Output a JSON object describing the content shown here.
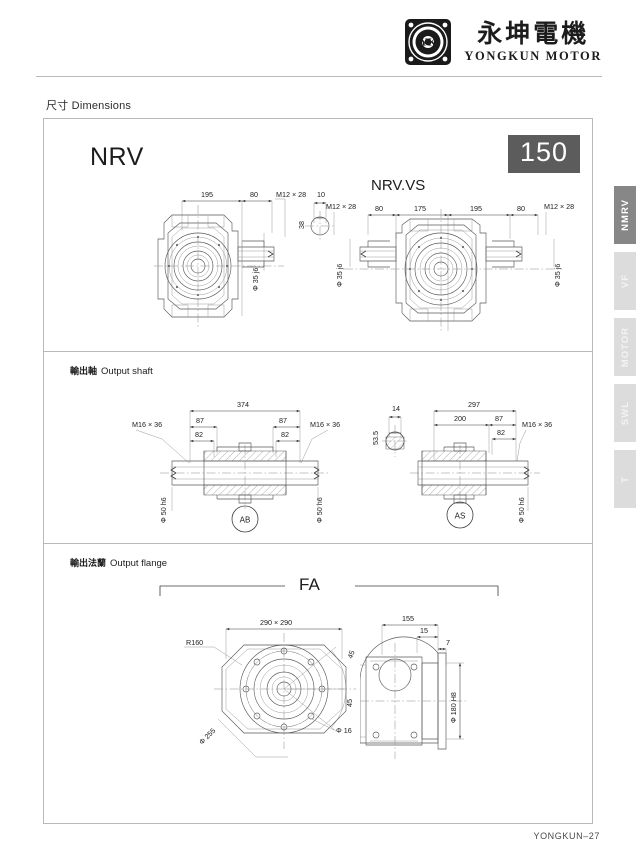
{
  "header": {
    "logo_icon": "yongkun-motor-logo",
    "brand_cn": "永坤電機",
    "brand_en": "YONGKUN MOTOR"
  },
  "section": {
    "caption_cn": "尺寸",
    "caption_en": "Dimensions"
  },
  "panel": {
    "size_badge": "150",
    "blocks": {
      "dimensions": {
        "nrv_title": "NRV",
        "nrvvs_title": "NRV.VS"
      },
      "output_shaft": {
        "label_cn": "輸出軸",
        "label_en": "Output shaft",
        "variant_ab": "AB",
        "variant_as": "AS"
      },
      "output_flange": {
        "label_cn": "輸出法蘭",
        "label_en": "Output flange",
        "variant_fa": "FA"
      }
    }
  },
  "drawings": {
    "nrv": {
      "dim_195": "195",
      "dim_80": "80",
      "thread_m12": "M12 × 28",
      "key_10": "10",
      "key_38": "38",
      "shaft_dia": "Φ 35 j6"
    },
    "nrv_vs": {
      "thread_left": "M12 × 28",
      "dim_80_left": "80",
      "dim_175": "175",
      "dim_195": "195",
      "dim_80_right": "80",
      "thread_right": "M12 × 28",
      "shaft_dia_left": "Φ 35 j6",
      "shaft_dia_right": "Φ 35 j6"
    },
    "shaft_ab": {
      "dim_374": "374",
      "dim_87_left": "87",
      "dim_87_right": "87",
      "dim_82_left": "82",
      "dim_82_right": "82",
      "thread_left": "M16 × 36",
      "thread_right": "M16 × 36",
      "dia_left": "Φ 50 h6",
      "dia_right": "Φ 50 h6"
    },
    "shaft_as": {
      "dim_297": "297",
      "dim_200": "200",
      "dim_87": "87",
      "dim_82": "82",
      "thread": "M16 × 36",
      "dia": "Φ 50 h6",
      "key_width": "14",
      "key_height": "53.5"
    },
    "flange_fa": {
      "square": "290 × 290",
      "radius": "R160",
      "angle_top": "45",
      "angle_bottom": "45",
      "bolt_circle": "Φ 255",
      "bolt_hole": "Φ 16",
      "dim_155": "155",
      "dim_15": "15",
      "dim_7": "7",
      "bore": "Φ 180 H8"
    }
  },
  "sidebar": {
    "tabs": [
      {
        "label": "NMRV",
        "active": true
      },
      {
        "label": "VF",
        "active": false
      },
      {
        "label": "MOTOR",
        "active": false
      },
      {
        "label": "SWL",
        "active": false
      },
      {
        "label": "T",
        "active": false
      }
    ]
  },
  "footer": {
    "page_ref": "YONGKUN–27"
  }
}
